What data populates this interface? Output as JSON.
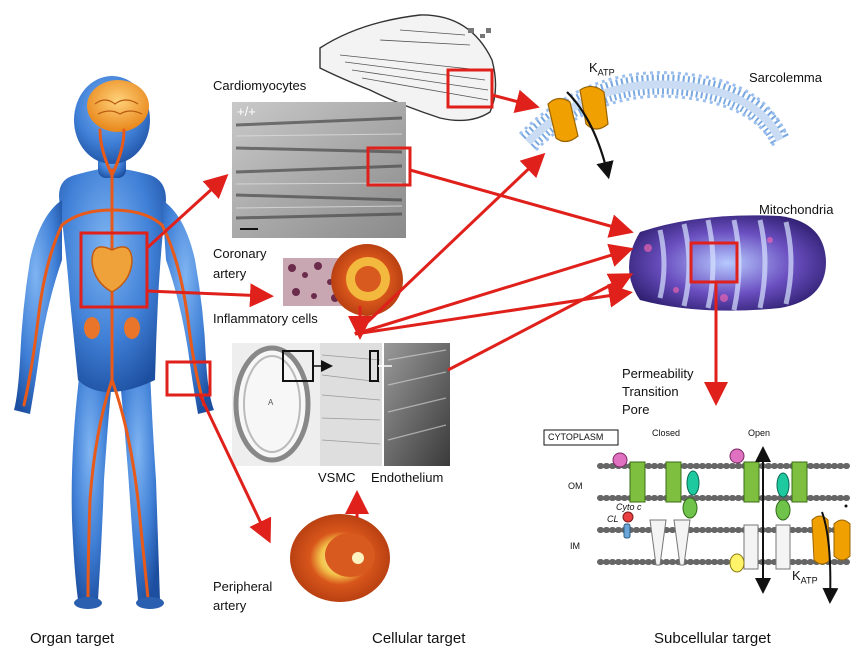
{
  "labels": {
    "cardiomyocytes": "Cardiomyocytes",
    "genotype": "+/+",
    "coronary": "Coronary",
    "artery": "artery",
    "inflammatory_cells": "Inflammatory cells",
    "vsmc": "VSMC",
    "endothelium": "Endothelium",
    "peripheral": "Peripheral",
    "peripheral_artery": "artery",
    "katp_main": "K",
    "katp_sub": "ATP",
    "katp2_main": "K",
    "katp2_sub": "ATP",
    "sarcolemma": "Sarcolemma",
    "mitochondria": "Mitochondria",
    "permeability": "Permeability",
    "transition": "Transition",
    "pore": "Pore",
    "cytoplasm": "CYTOPLASM",
    "closed": "Closed",
    "open": "Open",
    "om": "OM",
    "im": "IM",
    "cyto_c": "Cyto c",
    "cl": "CL",
    "micrograph_a": "A"
  },
  "footer": {
    "organ": "Organ target",
    "cellular": "Cellular target",
    "subcellular": "Subcellular target"
  },
  "colors": {
    "arrow": "#e0201b",
    "body_blue": "#3f7fd6",
    "vessel": "#e85a1a",
    "katp": "#f0a000",
    "membrane": "#7aa8e0",
    "mitochondria": "#6a4fc0",
    "channel_green": "#7fbf3f"
  }
}
